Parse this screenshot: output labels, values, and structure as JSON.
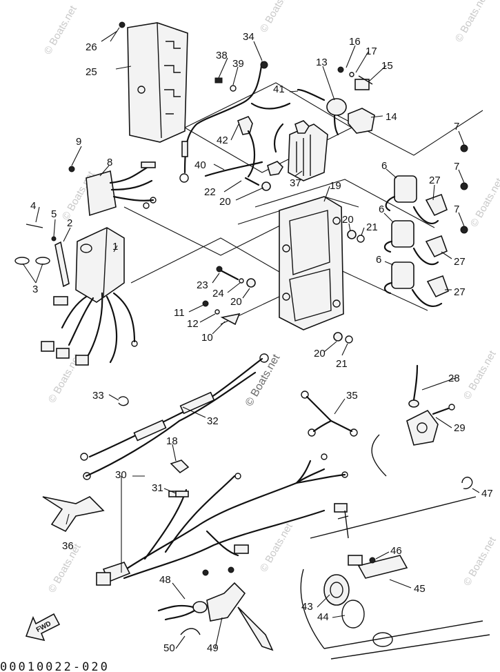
{
  "diagram": {
    "watermark": "© Boats.net",
    "direction_label": "FWD",
    "drawing_code": "00010022-020",
    "callouts": [
      "1",
      "2",
      "3",
      "4",
      "5",
      "6",
      "7",
      "8",
      "9",
      "10",
      "11",
      "12",
      "13",
      "14",
      "15",
      "16",
      "17",
      "18",
      "19",
      "20",
      "21",
      "22",
      "23",
      "24",
      "25",
      "26",
      "27",
      "28",
      "29",
      "30",
      "31",
      "32",
      "33",
      "34",
      "35",
      "36",
      "37",
      "38",
      "39",
      "40",
      "41",
      "42",
      "43",
      "44",
      "45",
      "46",
      "47",
      "48",
      "49",
      "50"
    ]
  }
}
